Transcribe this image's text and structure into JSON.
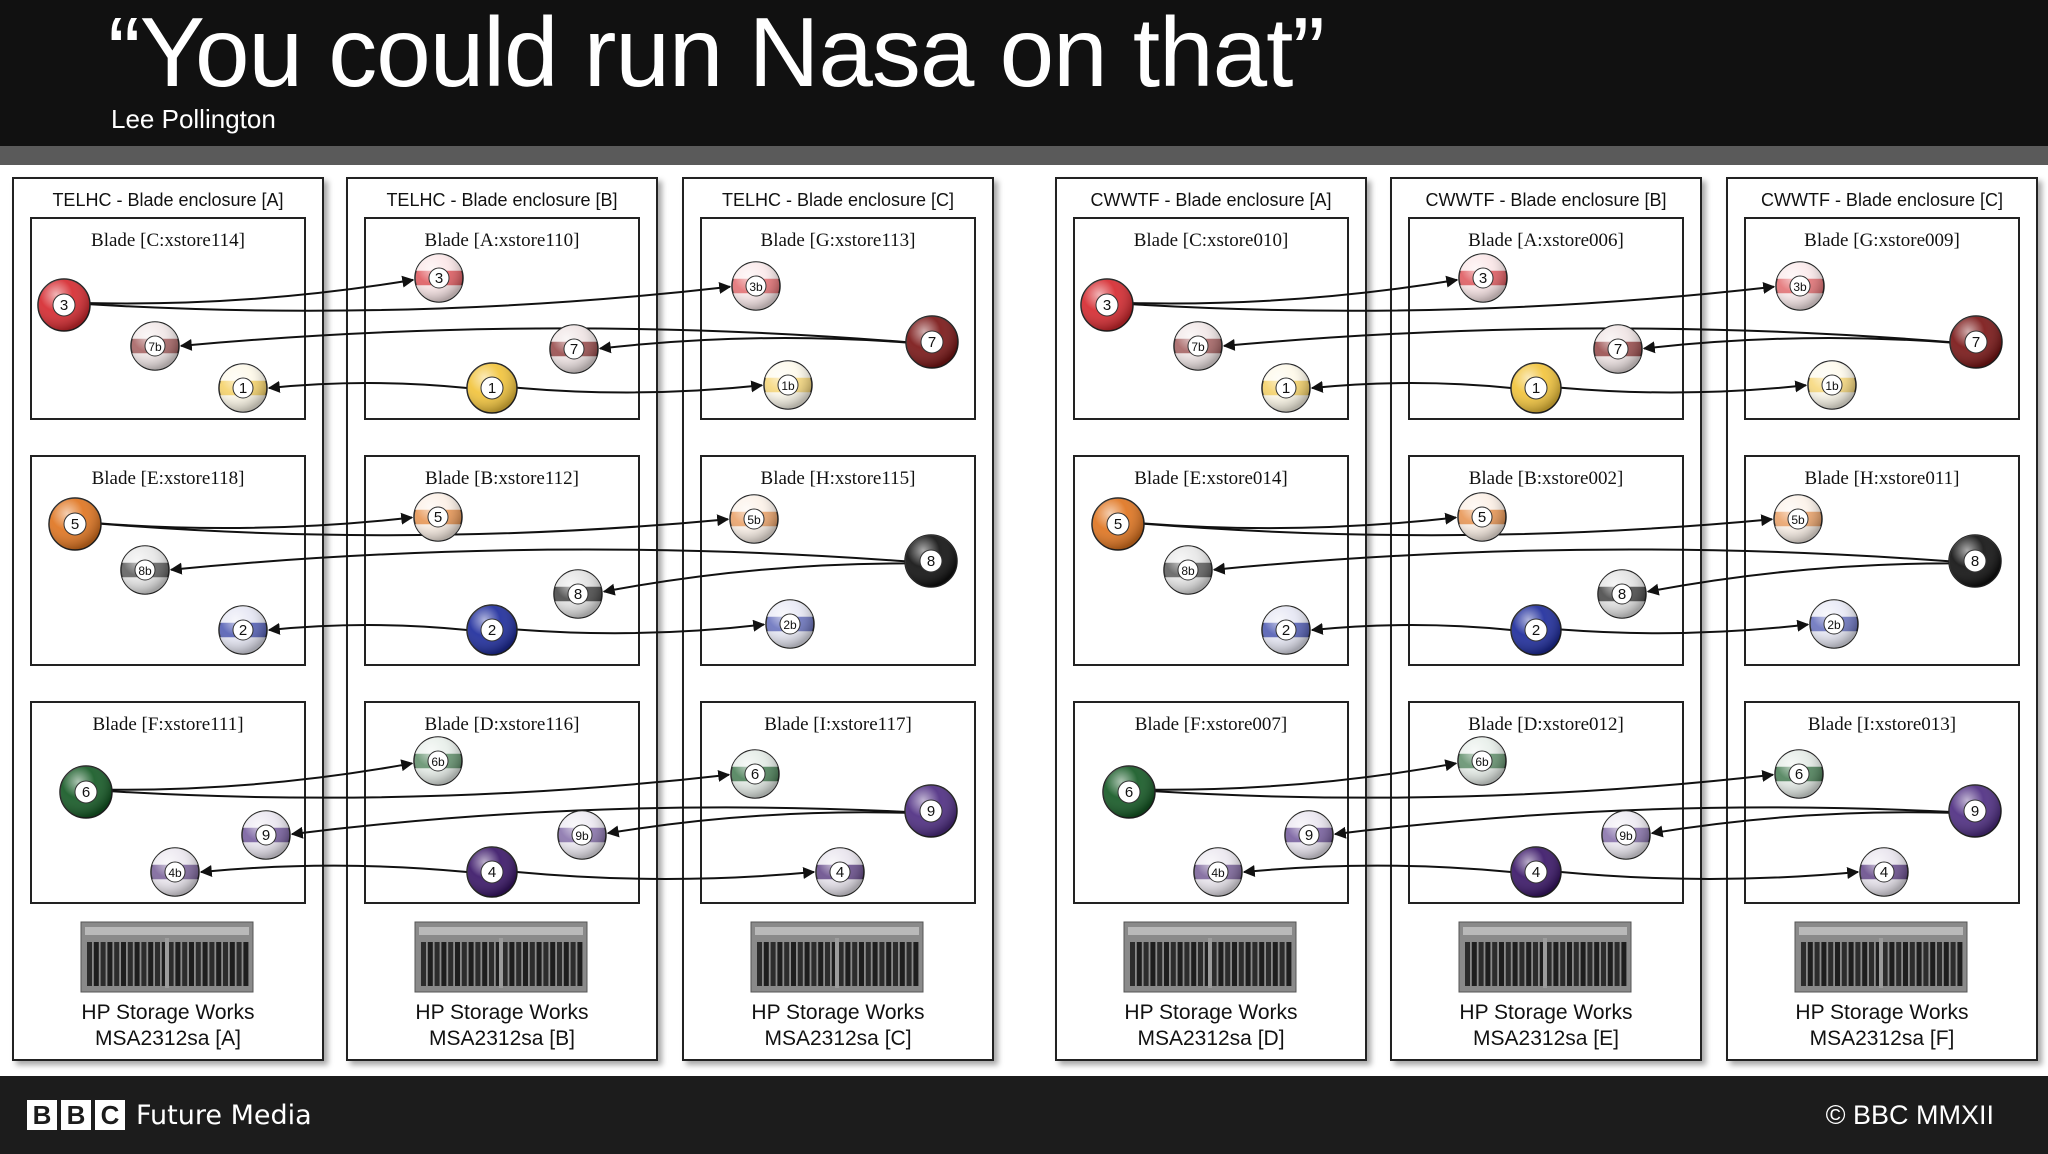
{
  "header": {
    "title": "“You could run Nasa on that”",
    "subtitle": "Lee Pollington"
  },
  "footer": {
    "logo_letters": [
      "B",
      "B",
      "C"
    ],
    "brand": "Future Media",
    "copyright": "© BBC MMXII"
  },
  "colors": {
    "header_bg": "#111111",
    "separator": "#5a5a5a",
    "footer_bg": "#1c1c1c",
    "ball_1": "#f2c43c",
    "ball_2": "#1e2c9c",
    "ball_3": "#d62a30",
    "ball_4": "#3a1668",
    "ball_5": "#e07520",
    "ball_6": "#155a25",
    "ball_7": "#7a1616",
    "ball_8": "#111111",
    "ball_9": "#4e2d82"
  },
  "diagram": {
    "enclosures": [
      {
        "title": "TELHC - Blade enclosure [A]",
        "storage": [
          "HP Storage Works",
          "MSA2312sa [A]"
        ],
        "blades": [
          {
            "title": "Blade [C:xstore114]",
            "balls": [
              {
                "id": "A0-3",
                "label": "3",
                "color": "#d62a30",
                "primary": true
              },
              {
                "id": "A0-7b",
                "label": "7b",
                "color": "#7a1616",
                "primary": false
              },
              {
                "id": "A0-1",
                "label": "1",
                "color": "#f2c43c",
                "primary": false
              }
            ]
          },
          {
            "title": "Blade [E:xstore118]",
            "balls": [
              {
                "id": "A1-5",
                "label": "5",
                "color": "#e07520",
                "primary": true
              },
              {
                "id": "A1-8b",
                "label": "8b",
                "color": "#111111",
                "primary": false
              },
              {
                "id": "A1-2",
                "label": "2",
                "color": "#1e2c9c",
                "primary": false
              }
            ]
          },
          {
            "title": "Blade [F:xstore111]",
            "balls": [
              {
                "id": "A2-6",
                "label": "6",
                "color": "#155a25",
                "primary": true
              },
              {
                "id": "A2-9",
                "label": "9",
                "color": "#4e2d82",
                "primary": false
              },
              {
                "id": "A2-4b",
                "label": "4b",
                "color": "#3a1668",
                "primary": false
              }
            ]
          }
        ]
      },
      {
        "title": "TELHC - Blade enclosure [B]",
        "storage": [
          "HP Storage Works",
          "MSA2312sa [B]"
        ],
        "blades": [
          {
            "title": "Blade [A:xstore110]",
            "balls": [
              {
                "id": "B0-3",
                "label": "3",
                "color": "#d62a30",
                "primary": false
              },
              {
                "id": "B0-7",
                "label": "7",
                "color": "#7a1616",
                "primary": false
              },
              {
                "id": "B0-1",
                "label": "1",
                "color": "#f2c43c",
                "primary": true
              }
            ]
          },
          {
            "title": "Blade [B:xstore112]",
            "balls": [
              {
                "id": "B1-5",
                "label": "5",
                "color": "#e07520",
                "primary": false
              },
              {
                "id": "B1-8",
                "label": "8",
                "color": "#111111",
                "primary": false
              },
              {
                "id": "B1-2",
                "label": "2",
                "color": "#1e2c9c",
                "primary": true
              }
            ]
          },
          {
            "title": "Blade [D:xstore116]",
            "balls": [
              {
                "id": "B2-6b",
                "label": "6b",
                "color": "#155a25",
                "primary": false
              },
              {
                "id": "B2-9b",
                "label": "9b",
                "color": "#4e2d82",
                "primary": false
              },
              {
                "id": "B2-4",
                "label": "4",
                "color": "#3a1668",
                "primary": true
              }
            ]
          }
        ]
      },
      {
        "title": "TELHC - Blade enclosure [C]",
        "storage": [
          "HP Storage Works",
          "MSA2312sa [C]"
        ],
        "blades": [
          {
            "title": "Blade [G:xstore113]",
            "balls": [
              {
                "id": "C0-3b",
                "label": "3b",
                "color": "#d62a30",
                "primary": false
              },
              {
                "id": "C0-7",
                "label": "7",
                "color": "#7a1616",
                "primary": true
              },
              {
                "id": "C0-1b",
                "label": "1b",
                "color": "#f2c43c",
                "primary": false
              }
            ]
          },
          {
            "title": "Blade [H:xstore115]",
            "balls": [
              {
                "id": "C1-5b",
                "label": "5b",
                "color": "#e07520",
                "primary": false
              },
              {
                "id": "C1-8",
                "label": "8",
                "color": "#111111",
                "primary": true
              },
              {
                "id": "C1-2b",
                "label": "2b",
                "color": "#1e2c9c",
                "primary": false
              }
            ]
          },
          {
            "title": "Blade [I:xstore117]",
            "balls": [
              {
                "id": "C2-6",
                "label": "6",
                "color": "#155a25",
                "primary": false
              },
              {
                "id": "C2-9",
                "label": "9",
                "color": "#4e2d82",
                "primary": true
              },
              {
                "id": "C2-4",
                "label": "4",
                "color": "#3a1668",
                "primary": false
              }
            ]
          }
        ]
      },
      {
        "title": "CWWTF - Blade enclosure [A]",
        "storage": [
          "HP Storage Works",
          "MSA2312sa [D]"
        ],
        "blades": [
          {
            "title": "Blade [C:xstore010]",
            "balls": [
              {
                "id": "D0-3",
                "label": "3",
                "color": "#d62a30",
                "primary": true
              },
              {
                "id": "D0-7b",
                "label": "7b",
                "color": "#7a1616",
                "primary": false
              },
              {
                "id": "D0-1",
                "label": "1",
                "color": "#f2c43c",
                "primary": false
              }
            ]
          },
          {
            "title": "Blade [E:xstore014]",
            "balls": [
              {
                "id": "D1-5",
                "label": "5",
                "color": "#e07520",
                "primary": true
              },
              {
                "id": "D1-8b",
                "label": "8b",
                "color": "#111111",
                "primary": false
              },
              {
                "id": "D1-2",
                "label": "2",
                "color": "#1e2c9c",
                "primary": false
              }
            ]
          },
          {
            "title": "Blade [F:xstore007]",
            "balls": [
              {
                "id": "D2-6",
                "label": "6",
                "color": "#155a25",
                "primary": true
              },
              {
                "id": "D2-9",
                "label": "9",
                "color": "#4e2d82",
                "primary": false
              },
              {
                "id": "D2-4b",
                "label": "4b",
                "color": "#3a1668",
                "primary": false
              }
            ]
          }
        ]
      },
      {
        "title": "CWWTF - Blade enclosure [B]",
        "storage": [
          "HP Storage Works",
          "MSA2312sa [E]"
        ],
        "blades": [
          {
            "title": "Blade [A:xstore006]",
            "balls": [
              {
                "id": "E0-3",
                "label": "3",
                "color": "#d62a30",
                "primary": false
              },
              {
                "id": "E0-7",
                "label": "7",
                "color": "#7a1616",
                "primary": false
              },
              {
                "id": "E0-1",
                "label": "1",
                "color": "#f2c43c",
                "primary": true
              }
            ]
          },
          {
            "title": "Blade [B:xstore002]",
            "balls": [
              {
                "id": "E1-5",
                "label": "5",
                "color": "#e07520",
                "primary": false
              },
              {
                "id": "E1-8",
                "label": "8",
                "color": "#111111",
                "primary": false
              },
              {
                "id": "E1-2",
                "label": "2",
                "color": "#1e2c9c",
                "primary": true
              }
            ]
          },
          {
            "title": "Blade [D:xstore012]",
            "balls": [
              {
                "id": "E2-6b",
                "label": "6b",
                "color": "#155a25",
                "primary": false
              },
              {
                "id": "E2-9b",
                "label": "9b",
                "color": "#4e2d82",
                "primary": false
              },
              {
                "id": "E2-4",
                "label": "4",
                "color": "#3a1668",
                "primary": true
              }
            ]
          }
        ]
      },
      {
        "title": "CWWTF - Blade enclosure [C]",
        "storage": [
          "HP Storage Works",
          "MSA2312sa [F]"
        ],
        "blades": [
          {
            "title": "Blade [G:xstore009]",
            "balls": [
              {
                "id": "F0-3b",
                "label": "3b",
                "color": "#d62a30",
                "primary": false
              },
              {
                "id": "F0-7",
                "label": "7",
                "color": "#7a1616",
                "primary": true
              },
              {
                "id": "F0-1b",
                "label": "1b",
                "color": "#f2c43c",
                "primary": false
              }
            ]
          },
          {
            "title": "Blade [H:xstore011]",
            "balls": [
              {
                "id": "F1-5b",
                "label": "5b",
                "color": "#e07520",
                "primary": false
              },
              {
                "id": "F1-8",
                "label": "8",
                "color": "#111111",
                "primary": true
              },
              {
                "id": "F1-2b",
                "label": "2b",
                "color": "#1e2c9c",
                "primary": false
              }
            ]
          },
          {
            "title": "Blade [I:xstore013]",
            "balls": [
              {
                "id": "F2-6",
                "label": "6",
                "color": "#155a25",
                "primary": false
              },
              {
                "id": "F2-9",
                "label": "9",
                "color": "#4e2d82",
                "primary": true
              },
              {
                "id": "F2-4",
                "label": "4",
                "color": "#3a1668",
                "primary": false
              }
            ]
          }
        ]
      }
    ],
    "edges": [
      [
        "A0-3",
        "B0-3"
      ],
      [
        "A0-3",
        "C0-3b"
      ],
      [
        "C0-7",
        "A0-7b"
      ],
      [
        "C0-7",
        "B0-7"
      ],
      [
        "B0-1",
        "A0-1"
      ],
      [
        "B0-1",
        "C0-1b"
      ],
      [
        "A1-5",
        "B1-5"
      ],
      [
        "A1-5",
        "C1-5b"
      ],
      [
        "C1-8",
        "A1-8b"
      ],
      [
        "C1-8",
        "B1-8"
      ],
      [
        "B1-2",
        "A1-2"
      ],
      [
        "B1-2",
        "C1-2b"
      ],
      [
        "A2-6",
        "B2-6b"
      ],
      [
        "A2-6",
        "C2-6"
      ],
      [
        "C2-9",
        "A2-9"
      ],
      [
        "C2-9",
        "B2-9b"
      ],
      [
        "B2-4",
        "A2-4b"
      ],
      [
        "B2-4",
        "C2-4"
      ],
      [
        "D0-3",
        "E0-3"
      ],
      [
        "D0-3",
        "F0-3b"
      ],
      [
        "F0-7",
        "D0-7b"
      ],
      [
        "F0-7",
        "E0-7"
      ],
      [
        "E0-1",
        "D0-1"
      ],
      [
        "E0-1",
        "F0-1b"
      ],
      [
        "D1-5",
        "E1-5"
      ],
      [
        "D1-5",
        "F1-5b"
      ],
      [
        "F1-8",
        "D1-8b"
      ],
      [
        "F1-8",
        "E1-8"
      ],
      [
        "E1-2",
        "D1-2"
      ],
      [
        "E1-2",
        "F1-2b"
      ],
      [
        "D2-6",
        "E2-6b"
      ],
      [
        "D2-6",
        "F2-6"
      ],
      [
        "F2-9",
        "D2-9"
      ],
      [
        "F2-9",
        "E2-9b"
      ],
      [
        "E2-4",
        "D2-4b"
      ],
      [
        "E2-4",
        "F2-4"
      ]
    ]
  }
}
